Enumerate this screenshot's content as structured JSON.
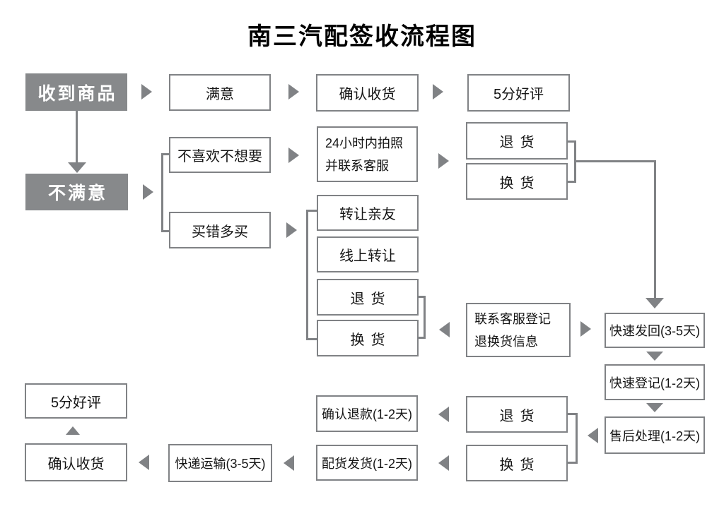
{
  "title": "南三汽配签收流程图",
  "colors": {
    "line": "#808285",
    "dark_box": "#87898b"
  },
  "nodes": {
    "received": "收到商品",
    "satisfied": "满意",
    "confirm_receipt_top": "确认收货",
    "praise_top": "5分好评",
    "unsatisfied": "不满意",
    "dislike": "不喜欢不想要",
    "photo24_line1": "24小时内拍照",
    "photo24_line2": "并联系客服",
    "return_top": "退货",
    "exchange_top": "换货",
    "wrong_buy": "买错多买",
    "transfer_friend": "转让亲友",
    "transfer_online": "线上转让",
    "return_mid": "退货",
    "exchange_mid": "换货",
    "contact_line1": "联系客服登记",
    "contact_line2": "退换货信息",
    "fast_return": "快速发回(3-5天)",
    "fast_register": "快速登记(1-2天)",
    "aftersale": "售后处理(1-2天)",
    "return_bottom": "退货",
    "refund": "确认退款(1-2天)",
    "exchange_bottom": "换货",
    "dispatch": "配货发货(1-2天)",
    "express": "快递运输(3-5天)",
    "confirm_receipt_bottom": "确认收货",
    "praise_bottom": "5分好评"
  }
}
